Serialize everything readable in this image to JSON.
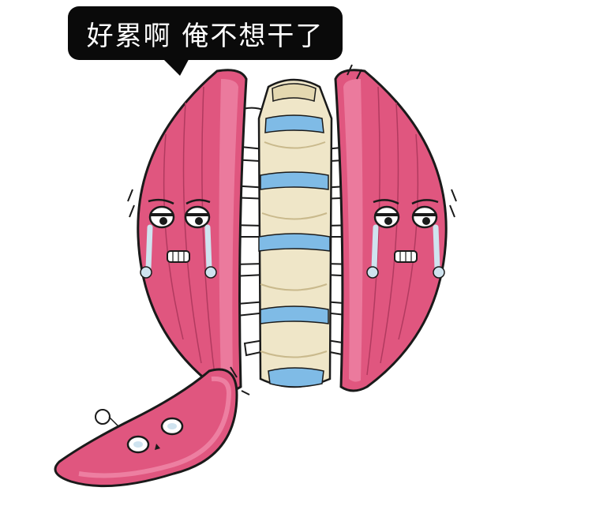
{
  "speech_bubble": {
    "text": "好累啊 俺不想干了"
  },
  "colors": {
    "muscle": "#e0567f",
    "muscle_light": "#f08aaa",
    "muscle_dark": "#b13a5f",
    "bone": "#efe6c8",
    "bone_shade": "#d8c9a0",
    "disc": "#7fbbe6",
    "tear": "#cfe3ef",
    "outline": "#1a1a1a"
  },
  "icons": {
    "left_muscle": "tired-muscle-character",
    "right_muscle": "tired-muscle-character",
    "spine": "lumbar-spine",
    "fallen_muscle": "fainted-muscle-character"
  }
}
